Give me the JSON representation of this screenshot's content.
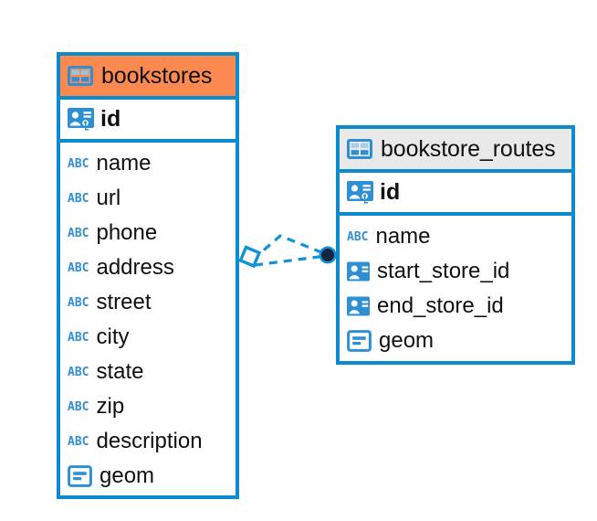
{
  "diagram": {
    "type": "entity-relationship-diagram",
    "background_color": "#ffffff",
    "accent_blue": "#0b8acd",
    "accent_orange": "#fc8a50",
    "accent_grey": "#e9e9e9",
    "icon_blue": "#2f8fd4"
  },
  "entities": [
    {
      "name": "bookstores",
      "header_color": "#fc8a50",
      "table_icon": "table-icon",
      "primary_key": {
        "label": "id",
        "icon": "primary-key-icon"
      },
      "attributes": [
        {
          "label": "name",
          "icon": "text-type-icon"
        },
        {
          "label": "url",
          "icon": "text-type-icon"
        },
        {
          "label": "phone",
          "icon": "text-type-icon"
        },
        {
          "label": "address",
          "icon": "text-type-icon"
        },
        {
          "label": "street",
          "icon": "text-type-icon"
        },
        {
          "label": "city",
          "icon": "text-type-icon"
        },
        {
          "label": "state",
          "icon": "text-type-icon"
        },
        {
          "label": "zip",
          "icon": "text-type-icon"
        },
        {
          "label": "description",
          "icon": "text-type-icon"
        },
        {
          "label": "geom",
          "icon": "geometry-type-icon"
        }
      ]
    },
    {
      "name": "bookstore_routes",
      "header_color": "#e9e9e9",
      "table_icon": "table-icon",
      "primary_key": {
        "label": "id",
        "icon": "primary-key-icon"
      },
      "attributes": [
        {
          "label": "name",
          "icon": "text-type-icon"
        },
        {
          "label": "start_store_id",
          "icon": "foreign-key-icon"
        },
        {
          "label": "end_store_id",
          "icon": "foreign-key-icon"
        },
        {
          "label": "geom",
          "icon": "geometry-type-icon"
        }
      ]
    }
  ],
  "relationship": {
    "from_entity": "bookstores",
    "to_entity": "bookstore_routes",
    "source_marker": "diamond-marker",
    "target_marker": "filled-circle-marker",
    "line_style": "dashed",
    "line_color": "#0b8acd"
  },
  "icon_text": {
    "abc": "ABC"
  }
}
